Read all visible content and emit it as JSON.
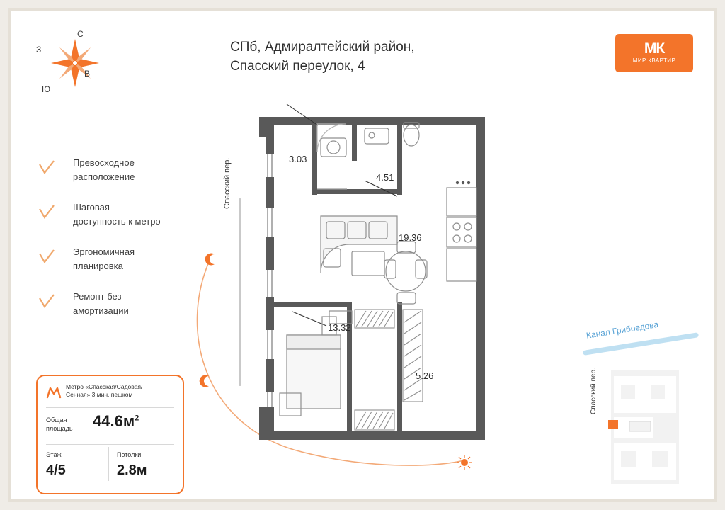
{
  "header": {
    "title_line1": "СПб, Адмиралтейский район,",
    "title_line2": "Спасский переулок, 4",
    "logo_mark": "МК",
    "logo_text": "МИР КВАРТИР"
  },
  "compass": {
    "north": "С",
    "west": "З",
    "east": "В",
    "south": "Ю"
  },
  "features": [
    {
      "line1": "Превосходное",
      "line2": "расположение"
    },
    {
      "line1": "Шаговая",
      "line2": "доступность к метро"
    },
    {
      "line1": "Эргономичная",
      "line2": "планировка"
    },
    {
      "line1": "Ремонт без",
      "line2": "амортизации"
    }
  ],
  "card": {
    "metro_line1": "Метро «Спасская/Садовая/",
    "metro_line2": "Сенная» 3 мин. пешком",
    "area_label_line1": "Общая",
    "area_label_line2": "площадь",
    "area_value": "44.6м",
    "area_unit": "2",
    "floor_label": "Этаж",
    "floor_value": "4/5",
    "ceiling_label": "Потолки",
    "ceiling_value": "2.8м"
  },
  "plan": {
    "rooms": [
      {
        "name": "hallway",
        "value": "3.03"
      },
      {
        "name": "bathroom",
        "value": "4.51"
      },
      {
        "name": "living-kitchen",
        "value": "19.36"
      },
      {
        "name": "bedroom",
        "value": "13.32"
      },
      {
        "name": "second-room",
        "value": "5.26"
      }
    ]
  },
  "map": {
    "street_main": "Спасский пер.",
    "street_mini": "Спасский пер.",
    "canal": "Канал Грибоедова"
  },
  "colors": {
    "accent": "#f3742a",
    "wall": "#595959",
    "frame": "#e5e0d7",
    "water": "#5ba4d6"
  }
}
